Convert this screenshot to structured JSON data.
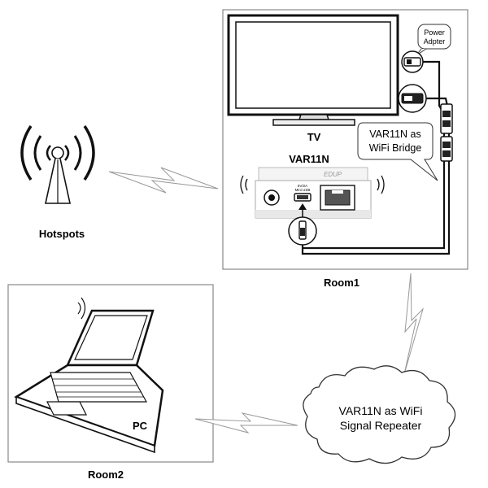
{
  "labels": {
    "tv": "TV",
    "power_adapter_line1": "Power",
    "power_adapter_line2": "Adpter",
    "bridge_line1": "VAR11N  as",
    "bridge_line2": "WiFi Bridge",
    "device": "VAR11N",
    "device_logo": "EDUP",
    "device_port_caption_line1": "5V/2A",
    "device_port_caption_line2": "Mini USB",
    "hotspots": "Hotspots",
    "room1": "Room1",
    "repeater_line1": "VAR11N as WiFi",
    "repeater_line2": "Signal Repeater",
    "pc": "PC",
    "room2": "Room2"
  },
  "icons": {
    "wifi_tower": "wifi-tower-icon",
    "tv": "tv-icon",
    "laptop": "laptop-icon",
    "usb_plug": "usb-plug-icon",
    "hdmi_plug": "hdmi-plug-icon",
    "mini_usb_plug": "mini-usb-plug-icon",
    "wireless_link": "lightning-icon",
    "signal_waves": "signal-waves-icon"
  }
}
